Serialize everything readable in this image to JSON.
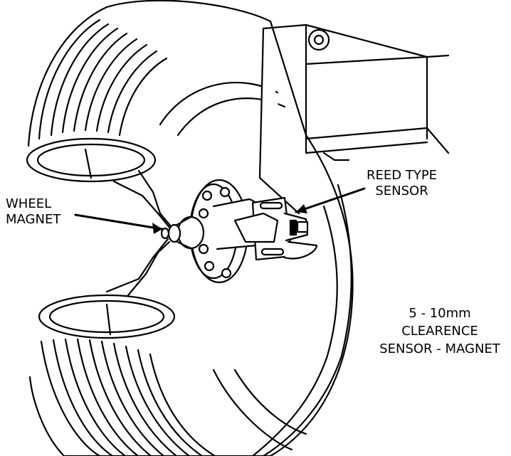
{
  "labels": {
    "wheel_magnet": [
      "WHEEL",
      "MAGNET"
    ],
    "reed_sensor": [
      "REED TYPE",
      "SENSOR"
    ],
    "clearance": [
      "5 - 10mm",
      "CLEARENCE",
      "SENSOR - MAGNET"
    ]
  },
  "colors": {
    "line": "#000000",
    "background": "#ffffff"
  }
}
